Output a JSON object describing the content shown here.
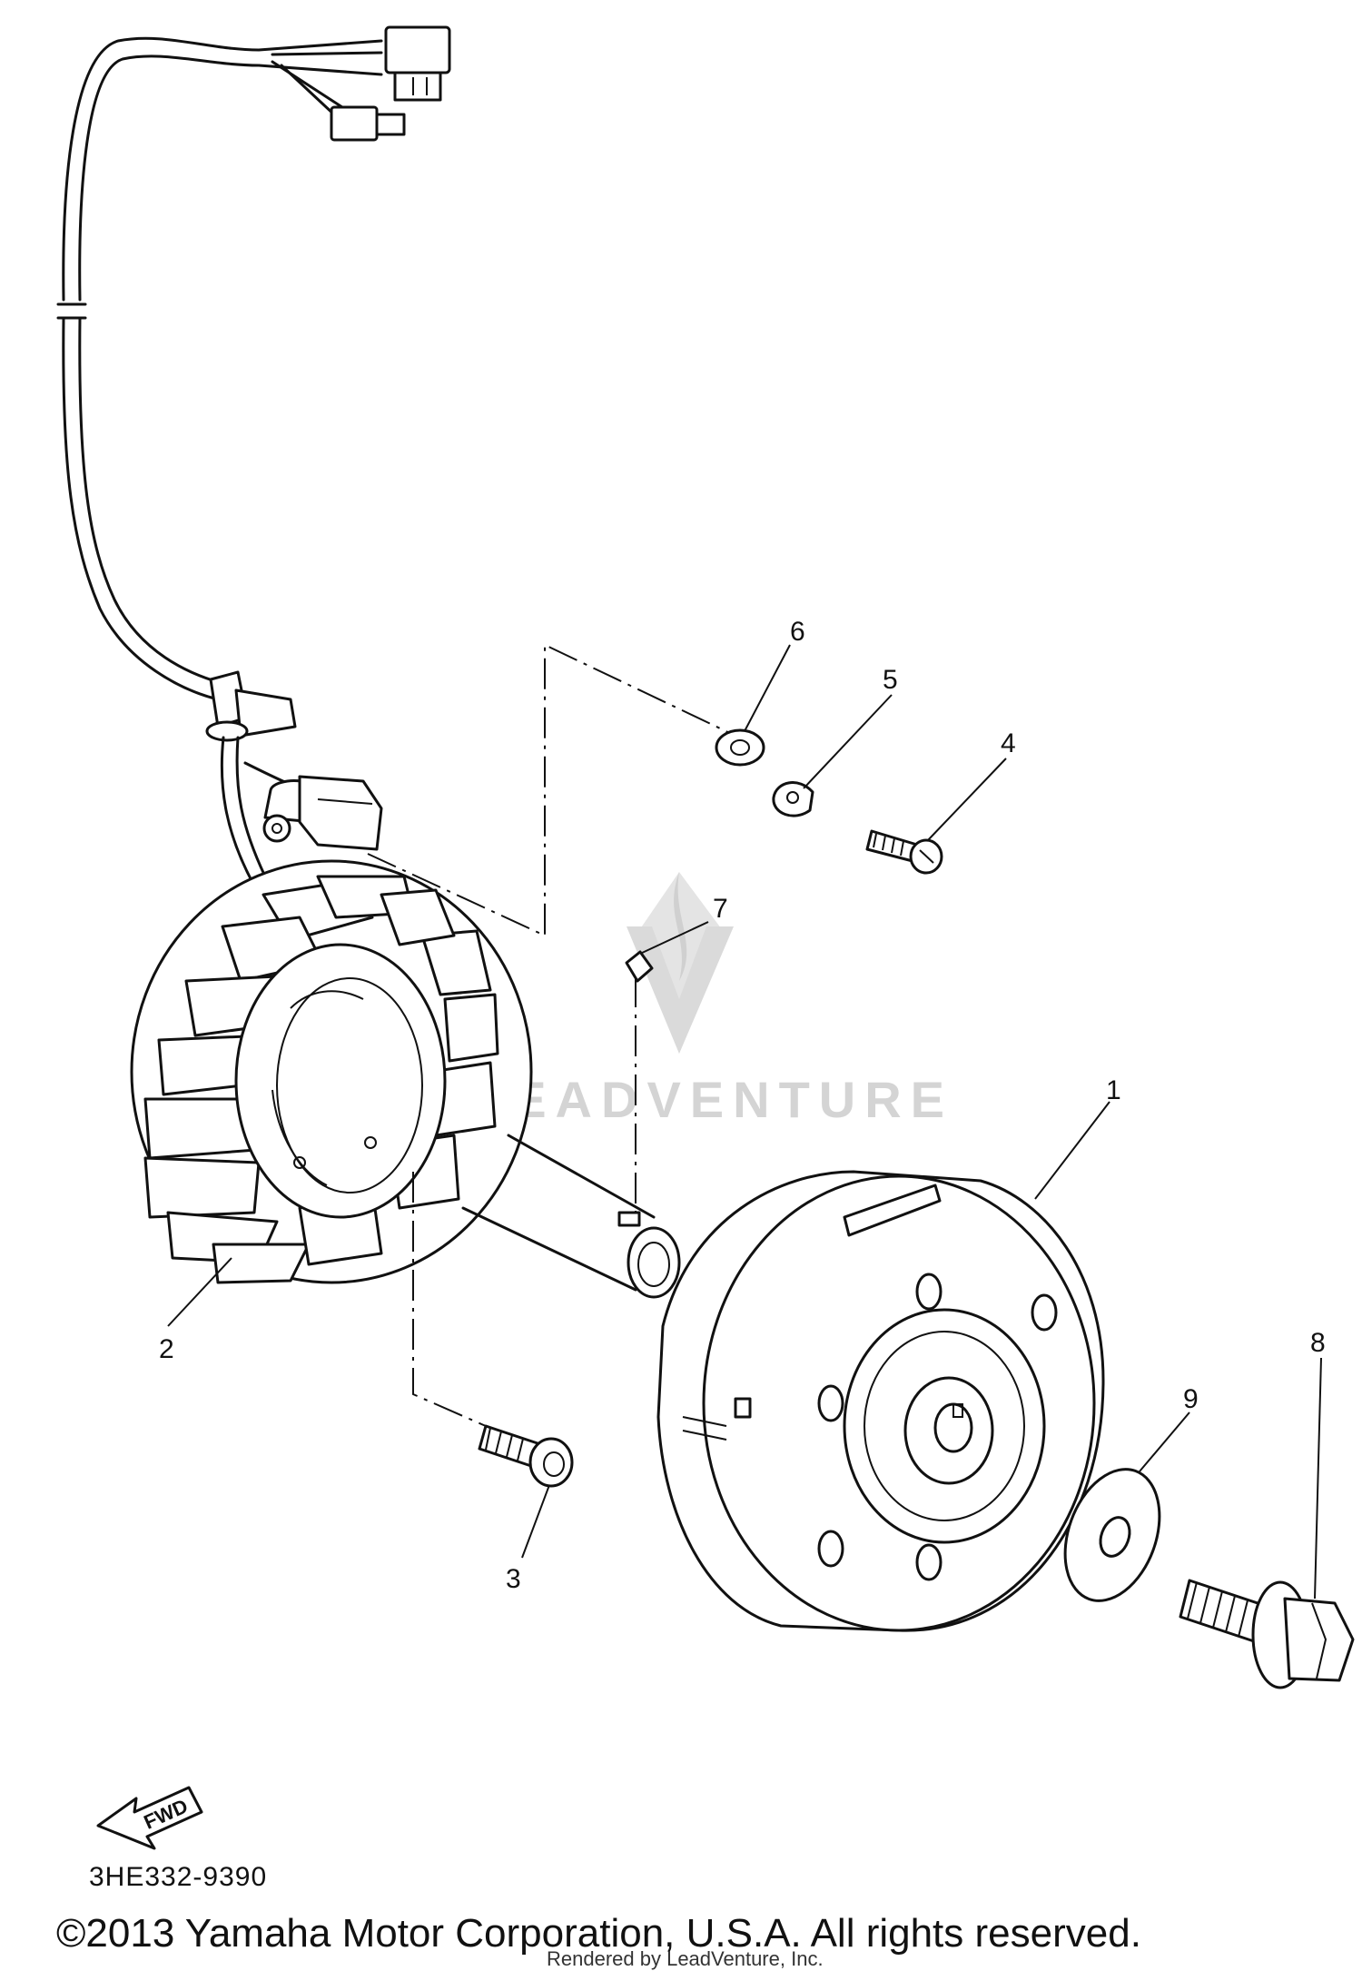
{
  "diagram": {
    "part_code": "3HE332-9390",
    "copyright": "©2013 Yamaha Motor Corporation, U.S.A. All rights reserved.",
    "rendered_by": "Rendered by LeadVenture, Inc.",
    "watermark": "LEADVENTURE",
    "fwd_label": "FWD",
    "callouts": [
      {
        "id": "1",
        "label": "1",
        "part": "rotor"
      },
      {
        "id": "2",
        "label": "2",
        "part": "stator"
      },
      {
        "id": "3",
        "label": "3",
        "part": "stator-screw"
      },
      {
        "id": "4",
        "label": "4",
        "part": "screw"
      },
      {
        "id": "5",
        "label": "5",
        "part": "clip"
      },
      {
        "id": "6",
        "label": "6",
        "part": "grommet"
      },
      {
        "id": "7",
        "label": "7",
        "part": "woodruff-key"
      },
      {
        "id": "8",
        "label": "8",
        "part": "flange-bolt"
      },
      {
        "id": "9",
        "label": "9",
        "part": "washer"
      }
    ]
  }
}
